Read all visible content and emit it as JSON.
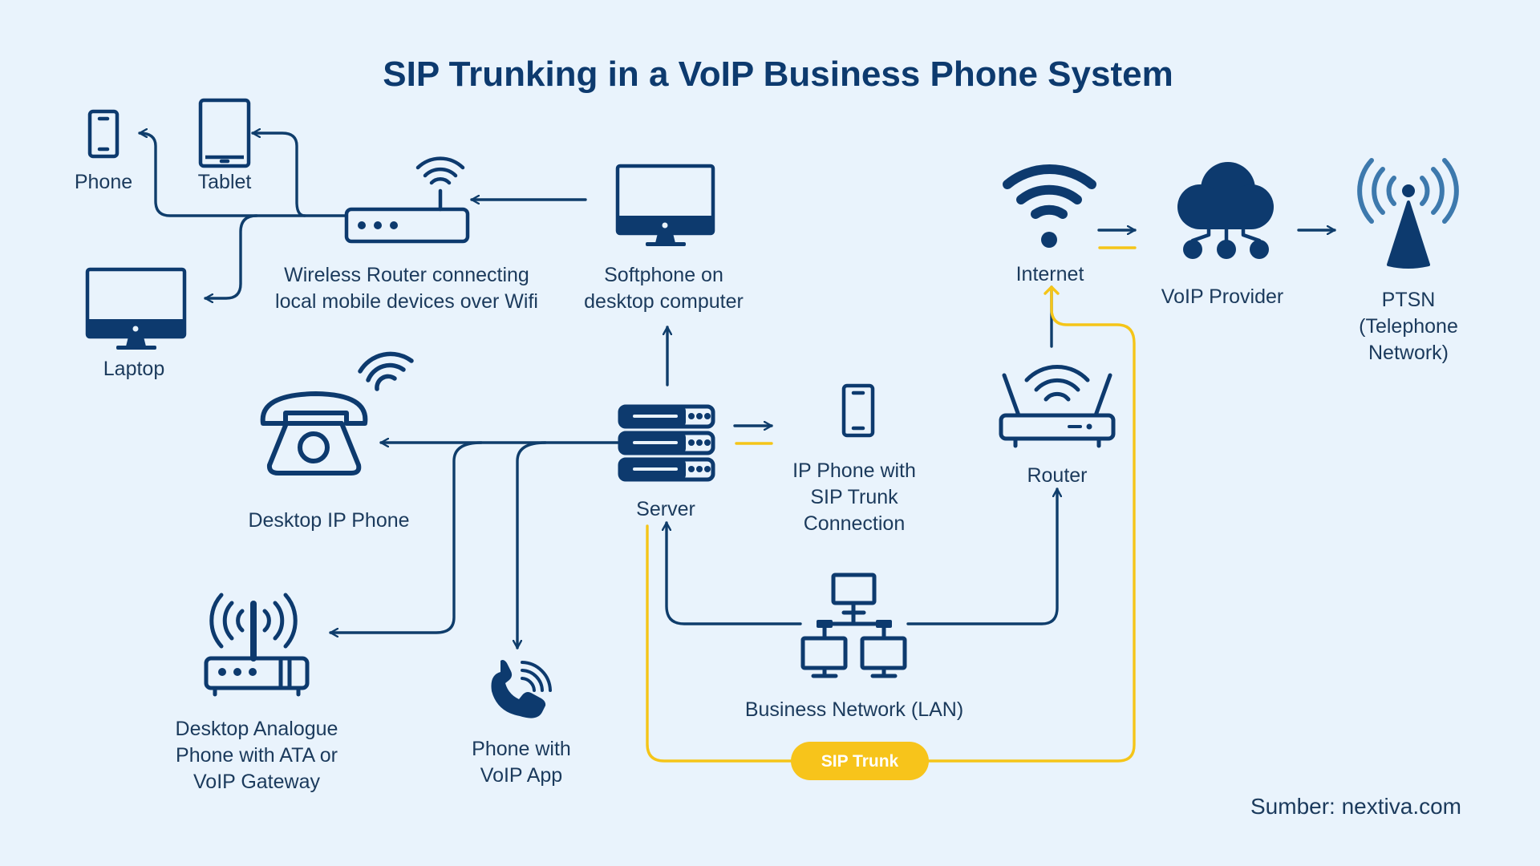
{
  "title": "SIP Trunking in a VoIP Business Phone System",
  "source": "Sumber: nextiva.com",
  "colors": {
    "background": "#e9f3fc",
    "icon": "#0d3a6e",
    "line": "#0f3d6b",
    "trunk": "#f5c518",
    "antenna": "#3d79ad"
  },
  "nodes": {
    "phone": {
      "label": "Phone",
      "icon": "smartphone-icon"
    },
    "tablet": {
      "label": "Tablet",
      "icon": "tablet-icon"
    },
    "laptop": {
      "label": "Laptop",
      "icon": "monitor-icon"
    },
    "wireless_router": {
      "label": "Wireless Router connecting\nlocal mobile devices over Wifi",
      "icon": "wireless-router-icon"
    },
    "softphone": {
      "label": "Softphone on\ndesktop computer",
      "icon": "monitor-icon"
    },
    "internet": {
      "label": "Internet",
      "icon": "wifi-icon"
    },
    "voip_provider": {
      "label": "VoIP Provider",
      "icon": "cloud-network-icon"
    },
    "ptsn": {
      "label": "PTSN\n(Telephone\nNetwork)",
      "icon": "radio-tower-icon"
    },
    "desktop_ip_phone": {
      "label": "Desktop IP Phone",
      "icon": "desk-phone-icon"
    },
    "server": {
      "label": "Server",
      "icon": "server-icon"
    },
    "ip_phone": {
      "label": "IP Phone with\nSIP Trunk\nConnection",
      "icon": "smartphone-icon"
    },
    "router": {
      "label": "Router",
      "icon": "router-icon"
    },
    "ata": {
      "label": "Desktop Analogue\nPhone with ATA or\nVoIP Gateway",
      "icon": "ata-gateway-icon"
    },
    "voip_app": {
      "label": "Phone with\nVoIP App",
      "icon": "phone-handset-icon"
    },
    "lan": {
      "label": "Business Network (LAN)",
      "icon": "lan-network-icon"
    }
  },
  "trunk": {
    "label": "SIP Trunk"
  }
}
